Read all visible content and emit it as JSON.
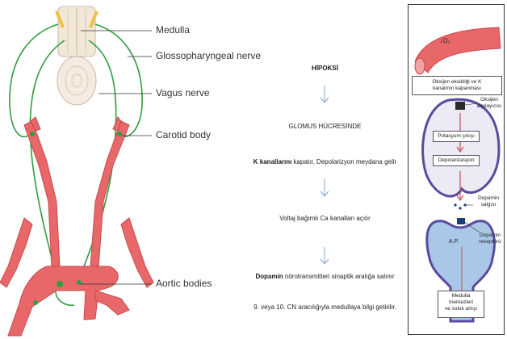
{
  "left_labels": {
    "medulla": "Medulla",
    "glosso": "Glossopharyngeal nerve",
    "vagus": "Vagus nerve",
    "carotid": "Carotid body",
    "aortic": "Aortic bodies"
  },
  "flow": {
    "s1": "HİPOKSİ",
    "s2": "GLOMUS HÜCRESİNDE",
    "s3_bold": "K kanallarını",
    "s3_rest": " kapatır, Depolarizyon meydana gelir",
    "s4": "Voltaj bağımlı Ca kanalları açılır",
    "s5_bold": "Dopamin",
    "s5_rest": " nörotransmitteri sinaptik aralığa salınır",
    "s6": "9. veya 10. CN aracılığıyla medullaya bilgi getirilir."
  },
  "right": {
    "o2": "↓O₂",
    "box1_line1": "Oksijen eksikliği ve K",
    "box1_line2": "kanalının kapanması",
    "sensor_line1": "Oksijen",
    "sensor_line2": "algılayıcısı",
    "potassium": "Potasyum çıkışı",
    "depol": "Depolarizasyon",
    "dopamine_line1": "Dopamin",
    "dopamine_line2": "salgısı",
    "ap": "A.P.",
    "receptor_line1": "Dopamin",
    "receptor_line2": "reseptörü",
    "medulla_line1": "Medulla",
    "medulla_line2": "merkezleri",
    "medulla_line3": "ve soluk artışı"
  },
  "colors": {
    "artery": "#e8686a",
    "artery_dark": "#c94a4c",
    "nerve": "#2e9e3e",
    "cell_border": "#5a4aa0",
    "cell_fill": "#eceaf5",
    "neuron_fill": "#a9c8e8",
    "flow_arrow": "#7fa7d6"
  }
}
